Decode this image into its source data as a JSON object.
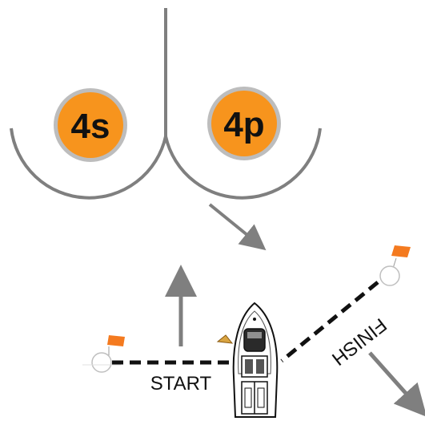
{
  "badges": {
    "starboard": {
      "label": "4s"
    },
    "port": {
      "label": "4p"
    }
  },
  "lines": {
    "start_label": "START",
    "finish_label": "FINISH"
  },
  "colors": {
    "badge_fill": "#F7941D",
    "badge_ring": "#BDBDBD",
    "flag": "#F47A1F",
    "path_gray": "#7F7F7F",
    "text_black": "#111111"
  }
}
